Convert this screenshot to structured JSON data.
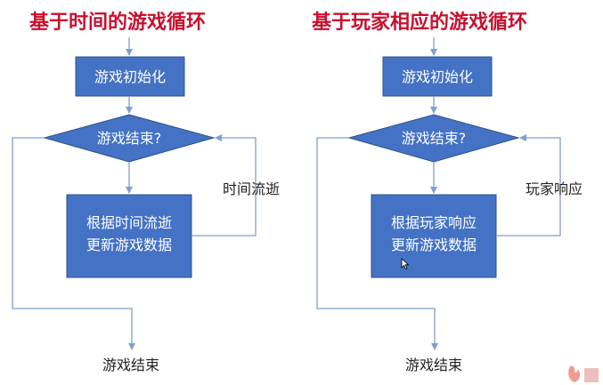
{
  "left_chart": {
    "title": "基于时间的游戏循环",
    "init": "游戏初始化",
    "decision": "游戏结束?",
    "process_line1": "根据时间流逝",
    "process_line2": "更新游戏数据",
    "loop_label": "时间流逝",
    "end": "游戏结束"
  },
  "right_chart": {
    "title": "基于玩家相应的游戏循环",
    "init": "游戏初始化",
    "decision": "游戏结束?",
    "process_line1": "根据玩家响应",
    "process_line2": "更新游戏数据",
    "loop_label": "玩家响应",
    "end": "游戏结束"
  },
  "colors": {
    "box_fill": "#4472c4",
    "box_stroke": "#2f528f",
    "connector": "#7f9fcf",
    "title": "#c8102e"
  }
}
